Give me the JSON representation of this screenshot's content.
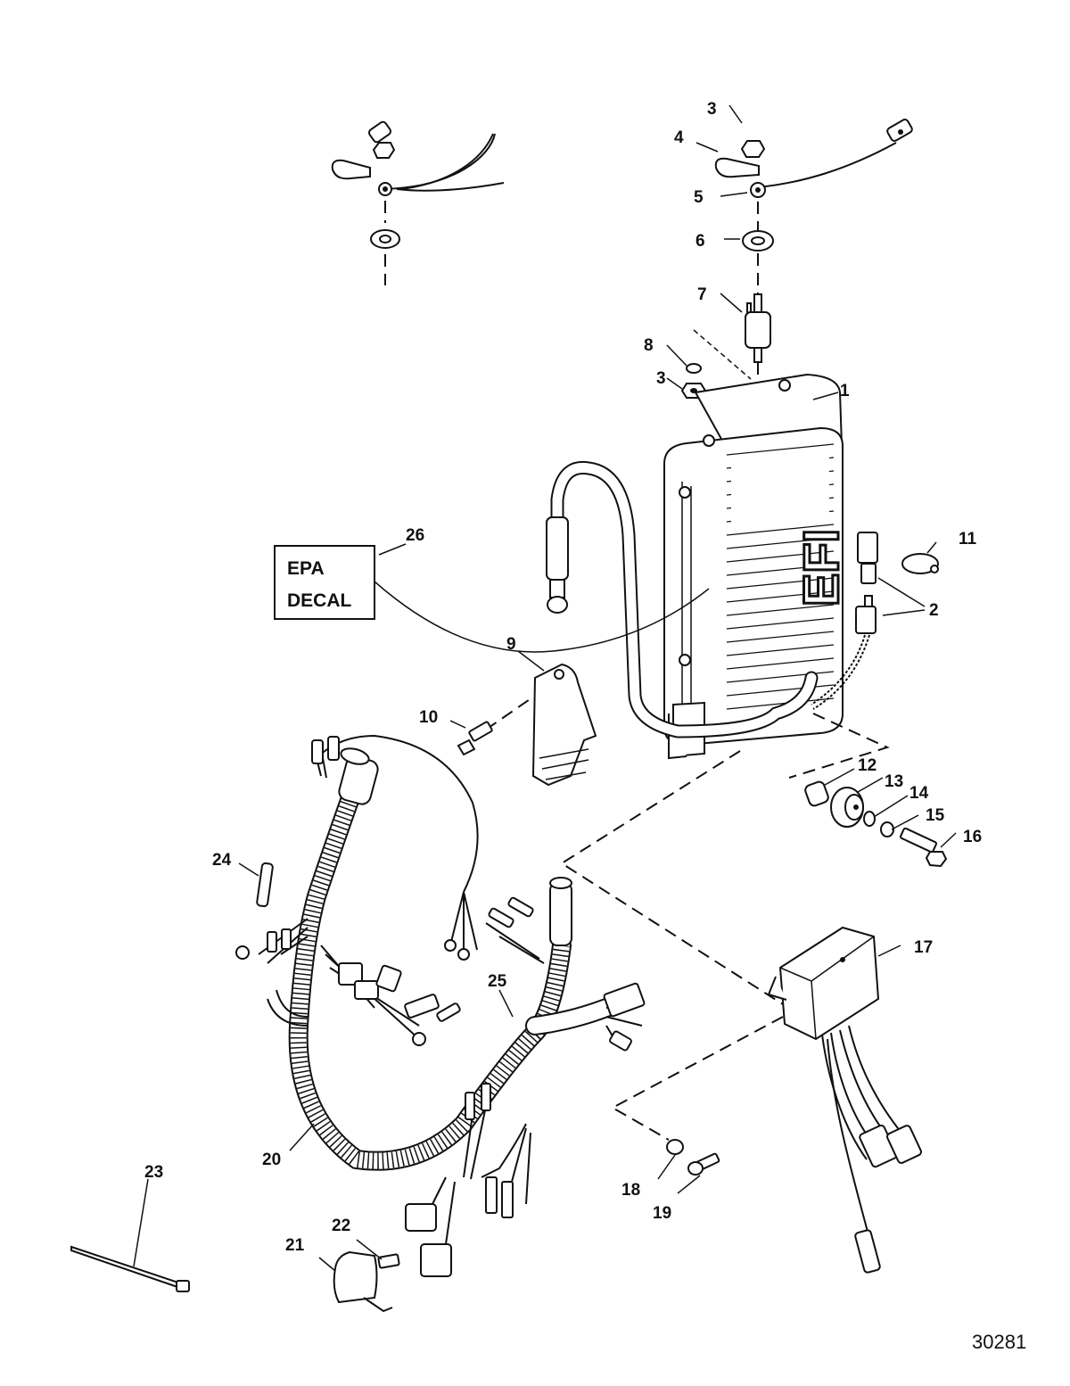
{
  "callouts": [
    {
      "id": "c1",
      "label": "1"
    },
    {
      "id": "c2",
      "label": "2"
    },
    {
      "id": "c3a",
      "label": "3"
    },
    {
      "id": "c3b",
      "label": "3"
    },
    {
      "id": "c4",
      "label": "4"
    },
    {
      "id": "c5",
      "label": "5"
    },
    {
      "id": "c6",
      "label": "6"
    },
    {
      "id": "c7",
      "label": "7"
    },
    {
      "id": "c8",
      "label": "8"
    },
    {
      "id": "c9",
      "label": "9"
    },
    {
      "id": "c10",
      "label": "10"
    },
    {
      "id": "c11",
      "label": "11"
    },
    {
      "id": "c12",
      "label": "12"
    },
    {
      "id": "c13",
      "label": "13"
    },
    {
      "id": "c14",
      "label": "14"
    },
    {
      "id": "c15",
      "label": "15"
    },
    {
      "id": "c16",
      "label": "16"
    },
    {
      "id": "c17",
      "label": "17"
    },
    {
      "id": "c18",
      "label": "18"
    },
    {
      "id": "c19",
      "label": "19"
    },
    {
      "id": "c20",
      "label": "20"
    },
    {
      "id": "c21",
      "label": "21"
    },
    {
      "id": "c22",
      "label": "22"
    },
    {
      "id": "c23",
      "label": "23"
    },
    {
      "id": "c24",
      "label": "24"
    },
    {
      "id": "c25",
      "label": "25"
    },
    {
      "id": "c26",
      "label": "26"
    }
  ],
  "decal": {
    "line1": "EPA",
    "line2": "DECAL"
  },
  "module_logo": "EFI",
  "figure_number": "30281"
}
